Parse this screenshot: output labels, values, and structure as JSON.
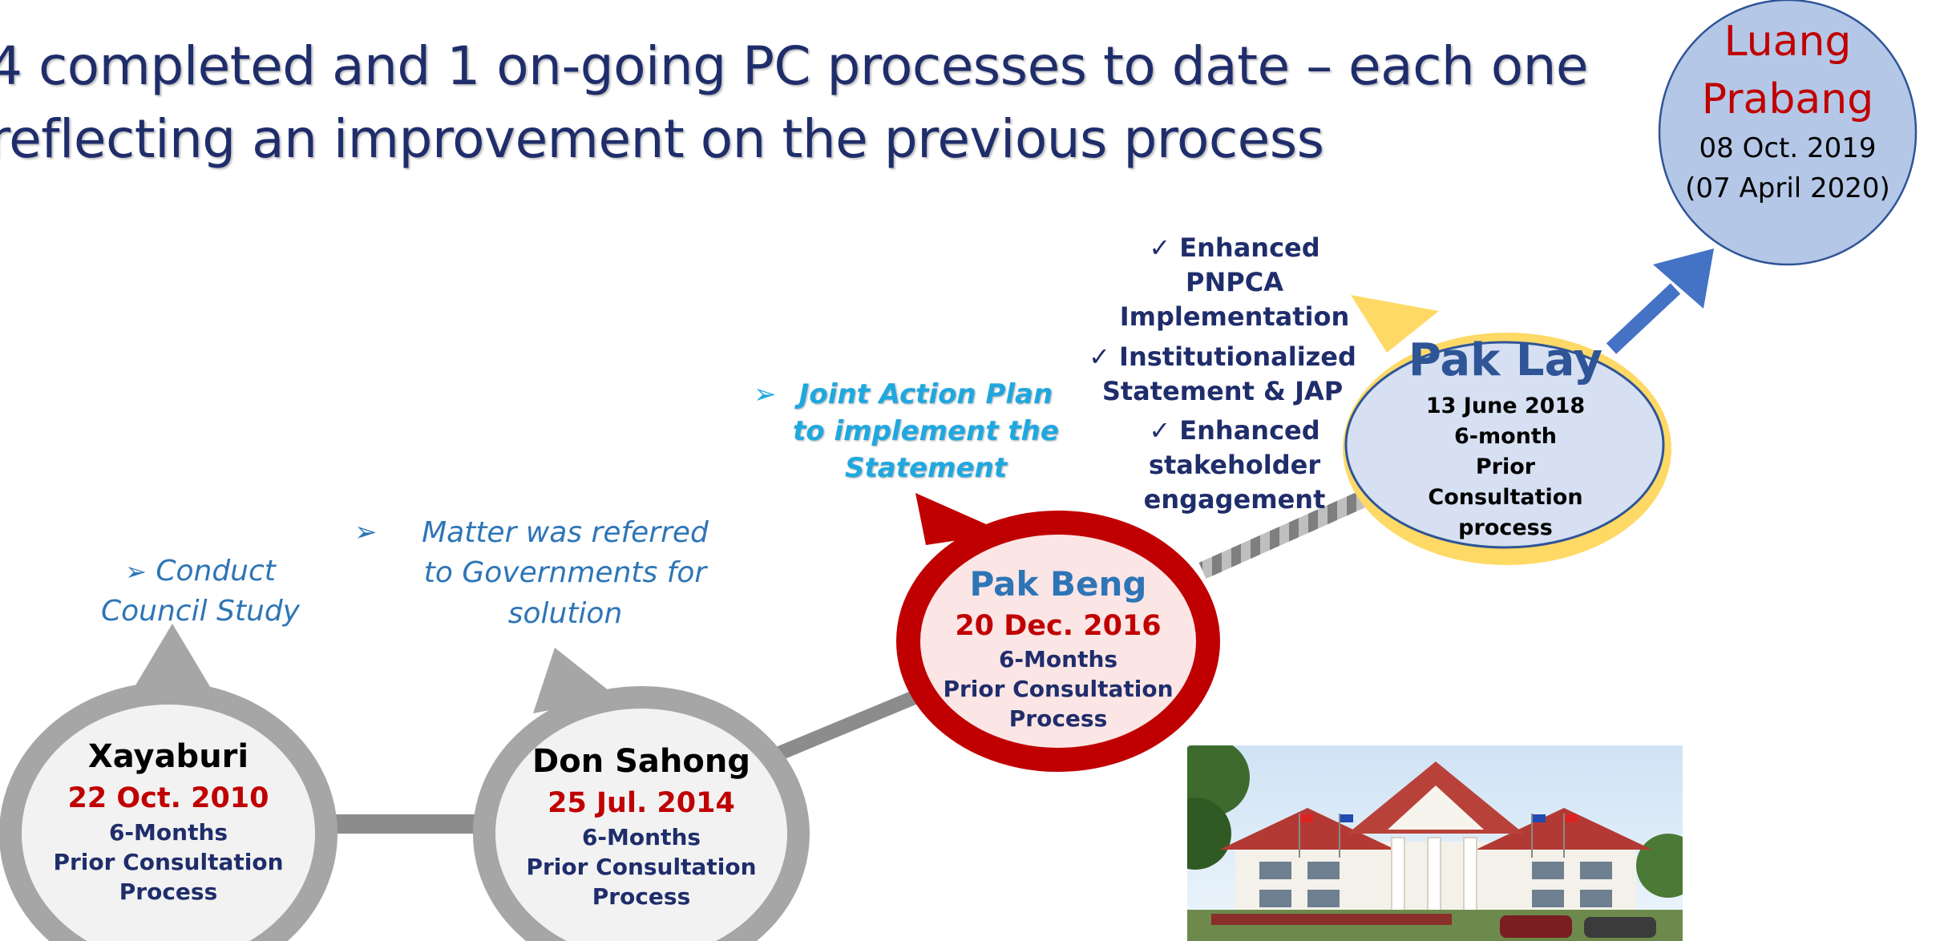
{
  "title": {
    "line1": "4 completed and 1 on-going PC processes to date – each one",
    "line2": "reflecting an improvement on the previous process"
  },
  "nodes": {
    "xayaburi": {
      "name": "Xayaburi",
      "date": "22 Oct. 2010",
      "sub1": "6-Months",
      "sub2": "Prior Consultation",
      "sub3": "Process"
    },
    "don_sahong": {
      "name": "Don Sahong",
      "date": "25 Jul. 2014",
      "sub1": "6-Months",
      "sub2": "Prior Consultation",
      "sub3": "Process"
    },
    "pak_beng": {
      "name": "Pak Beng",
      "date": "20 Dec. 2016",
      "sub1": "6-Months",
      "sub2": "Prior Consultation",
      "sub3": "Process"
    },
    "pak_lay": {
      "name": "Pak Lay",
      "date": "13 June 2018",
      "sub1": "6-month",
      "sub2": "Prior",
      "sub3": "Consultation",
      "sub4": "process"
    },
    "luang_prabang": {
      "name1": "Luang",
      "name2": "Prabang",
      "date1": "08 Oct. 2019",
      "date2": "(07 April 2020)"
    }
  },
  "callouts": {
    "council": {
      "line1": "Conduct",
      "line2": "Council Study"
    },
    "governments": {
      "line1": "Matter was referred",
      "line2": "to Governments for",
      "line3": "solution"
    },
    "jap": {
      "line1": "Joint Action Plan",
      "line2": "to implement the",
      "line3": "Statement"
    }
  },
  "improvements": {
    "item1": {
      "line1": "Enhanced",
      "line2": "PNPCA",
      "line3": "Implementation"
    },
    "item2": {
      "line1": "Institutionalized",
      "line2": "Statement & JAP"
    },
    "item3": {
      "line1": "Enhanced",
      "line2": "stakeholder",
      "line3": "engagement"
    }
  },
  "icons": {
    "bullet": "arrowhead-bullet-icon",
    "check": "checkmark-icon"
  },
  "colors": {
    "title": "#1f2d6b",
    "date_red": "#c00000",
    "callout_blue": "#2e75b6",
    "jap_cyan": "#1fa8e0",
    "pak_beng_ring": "#c00000",
    "pak_lay_ring": "#ffd966",
    "luang_fill": "#b4c7e7",
    "arrow_blue": "#4472c4"
  }
}
